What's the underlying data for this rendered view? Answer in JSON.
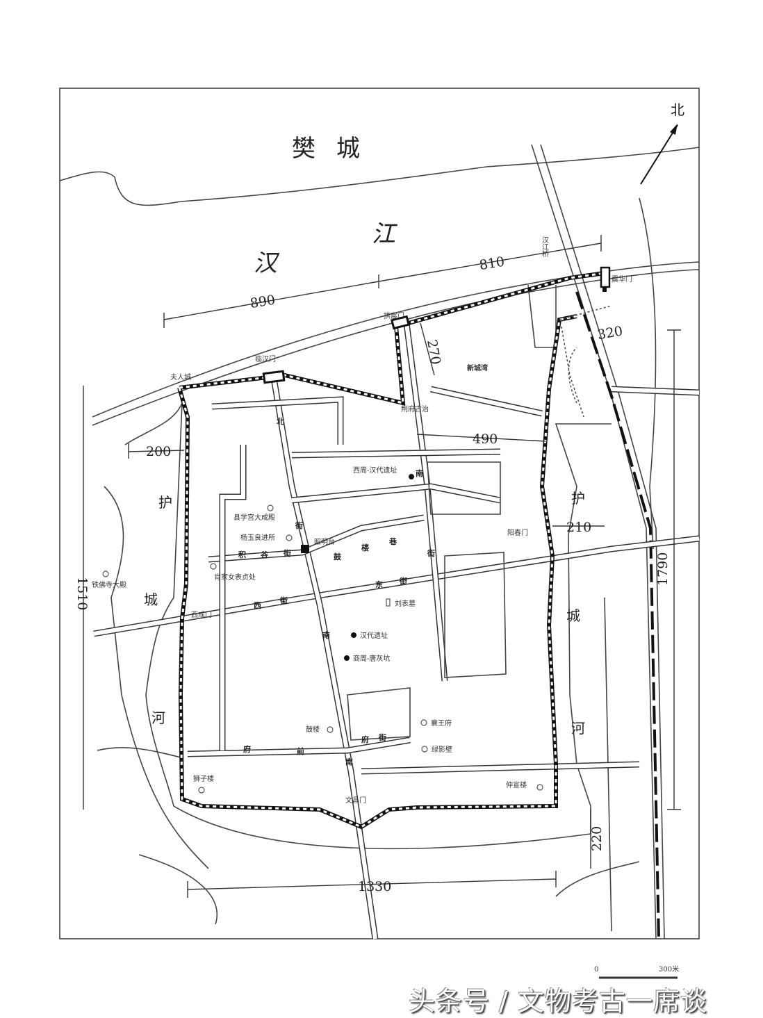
{
  "map": {
    "north_label": "北",
    "places": {
      "fancheng": "樊城",
      "han": "汉",
      "jiang": "江",
      "xincheng_wan": "新城湾",
      "jingfu": "荆府古治",
      "bridge": "汉江桥"
    },
    "moat": {
      "left": [
        "护",
        "城",
        "河"
      ],
      "right": [
        "护",
        "城",
        "河"
      ]
    },
    "gates": {
      "furen": "夫人城",
      "linhan": "临汉门",
      "gongchen": "拱宸门",
      "zhenhua": "震华门",
      "yangchun": "阳春门",
      "xicheng": "西成门",
      "wenchang": "文昌门"
    },
    "dimensions": {
      "north_west": "890",
      "north_east": "810",
      "gate_spur": "270",
      "ne_corner": "320",
      "inner_width": "490",
      "west_moat": "200",
      "east_moat": "210",
      "west_length": "1510",
      "east_length": "1790",
      "south_moat": "220",
      "south_width": "1330"
    },
    "streets": {
      "north": [
        "北",
        "街"
      ],
      "south": [
        "南",
        "街"
      ],
      "east": [
        "东",
        "街"
      ],
      "west": [
        "西",
        "街"
      ],
      "jigu": [
        "积",
        "谷",
        "街"
      ],
      "gulou": [
        "鼓",
        "楼",
        "巷"
      ],
      "nanjie_n": [
        "南",
        "街"
      ],
      "fu_w": [
        "府",
        "前"
      ],
      "fu_e": [
        "府",
        "街"
      ],
      "south_main": "南"
    },
    "sites": {
      "xizhou_han": "西周-汉代遗址",
      "zhaoming": "昭明台",
      "xuegong": "县学宫大成殿",
      "yang": "杨玉良进所",
      "xiaojia": "肖家女表贞处",
      "tiefo": "铁佛寺大殿",
      "liubiao": "刘表墓",
      "handai": "汉代遗址",
      "shangzhou": "商周-唐灰坑",
      "gulou": "鼓楼",
      "xiangwang": "襄王府",
      "lvyingbi": "绿影壁",
      "shizi": "狮子楼",
      "zhongxuan": "仲宣楼"
    },
    "scale": {
      "zero": "0",
      "max": "300米"
    }
  },
  "watermark": "头条号 / 文物考古一席谈"
}
